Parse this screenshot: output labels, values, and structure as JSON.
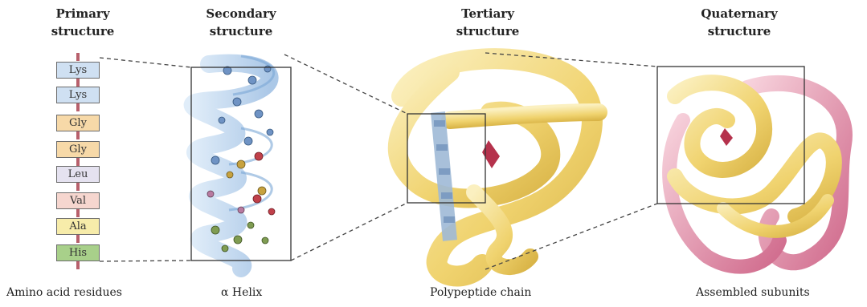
{
  "levels": [
    {
      "title_line1": "Primary",
      "title_line2": "structure",
      "caption": "Amino acid residues"
    },
    {
      "title_line1": "Secondary",
      "title_line2": "structure",
      "caption": "α Helix"
    },
    {
      "title_line1": "Tertiary",
      "title_line2": "structure",
      "caption": "Polypeptide chain"
    },
    {
      "title_line1": "Quaternary",
      "title_line2": "structure",
      "caption": "Assembled subunits"
    }
  ],
  "residues": [
    {
      "label": "Lys",
      "color": "#cfe0f2"
    },
    {
      "label": "Lys",
      "color": "#cfe0f2"
    },
    {
      "label": "Gly",
      "color": "#f7d9a8"
    },
    {
      "label": "Gly",
      "color": "#f7d9a8"
    },
    {
      "label": "Leu",
      "color": "#e5e2f0"
    },
    {
      "label": "Val",
      "color": "#f6d6cf"
    },
    {
      "label": "Ala",
      "color": "#f7ecaa"
    },
    {
      "label": "His",
      "color": "#a8d08a"
    }
  ],
  "colors": {
    "helix_ribbon": "#a9c9ea",
    "tertiary_chain": "#f3df8e",
    "quaternary_accent": "#d97a9a",
    "frame": "#333333"
  }
}
